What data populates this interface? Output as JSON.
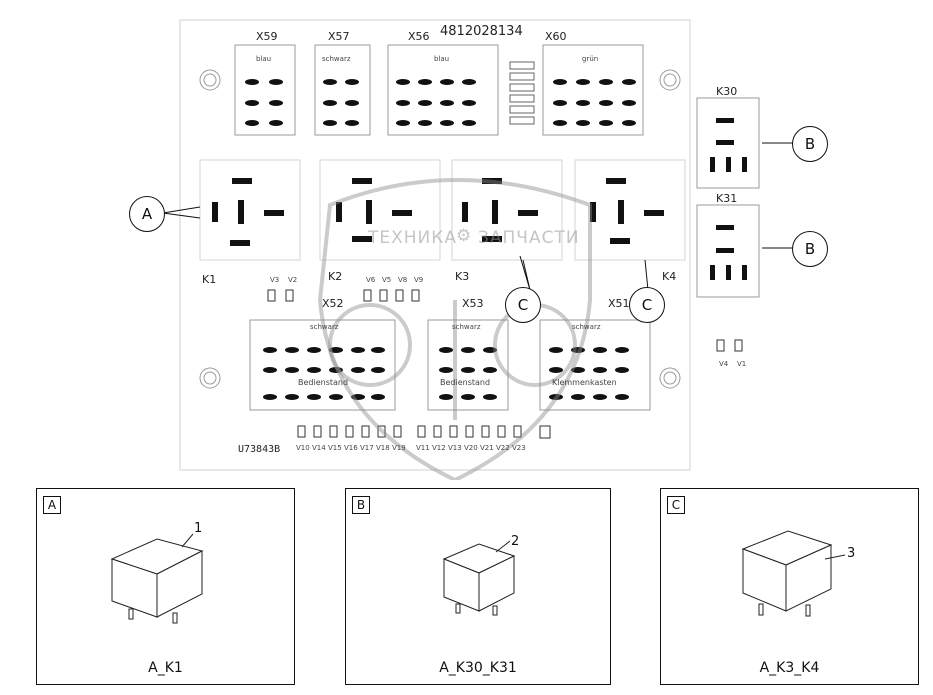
{
  "board": {
    "part_number": "4812028134",
    "board_code": "U73843B",
    "connectors": [
      {
        "id": "X59",
        "color": "blau"
      },
      {
        "id": "X57",
        "color": "schwarz"
      },
      {
        "id": "X56",
        "color": "blau"
      },
      {
        "id": "X60",
        "color": "grün"
      },
      {
        "id": "X52",
        "color": "schwarz",
        "label": "Bedienstand"
      },
      {
        "id": "X53",
        "color": "schwarz",
        "label": "Bedienstand"
      },
      {
        "id": "X51",
        "color": "schwarz",
        "label": "Klemmenkasten"
      }
    ],
    "relays": [
      "K1",
      "K2",
      "K3",
      "K4",
      "K30",
      "K31"
    ],
    "diodes_top": [
      "V3",
      "V2",
      "V6",
      "V5",
      "V8",
      "V9"
    ],
    "diodes_right": [
      "V4",
      "V1"
    ],
    "diodes_bottom": [
      "V10",
      "V14",
      "V15",
      "V16",
      "V17",
      "V18",
      "V19",
      "V11",
      "V12",
      "V13",
      "V20",
      "V21",
      "V22",
      "V23"
    ],
    "callouts": [
      {
        "letter": "A"
      },
      {
        "letter": "B"
      },
      {
        "letter": "B"
      },
      {
        "letter": "C"
      },
      {
        "letter": "C"
      }
    ]
  },
  "watermark": {
    "text_left": "ТЕХНИКА",
    "text_right": "ЗАПЧАСТИ",
    "logo": "ЭФ"
  },
  "panels": [
    {
      "tag": "A",
      "item_number": "1",
      "caption": "A_K1"
    },
    {
      "tag": "B",
      "item_number": "2",
      "caption": "A_K30_K31"
    },
    {
      "tag": "C",
      "item_number": "3",
      "caption": "A_K3_K4"
    }
  ]
}
